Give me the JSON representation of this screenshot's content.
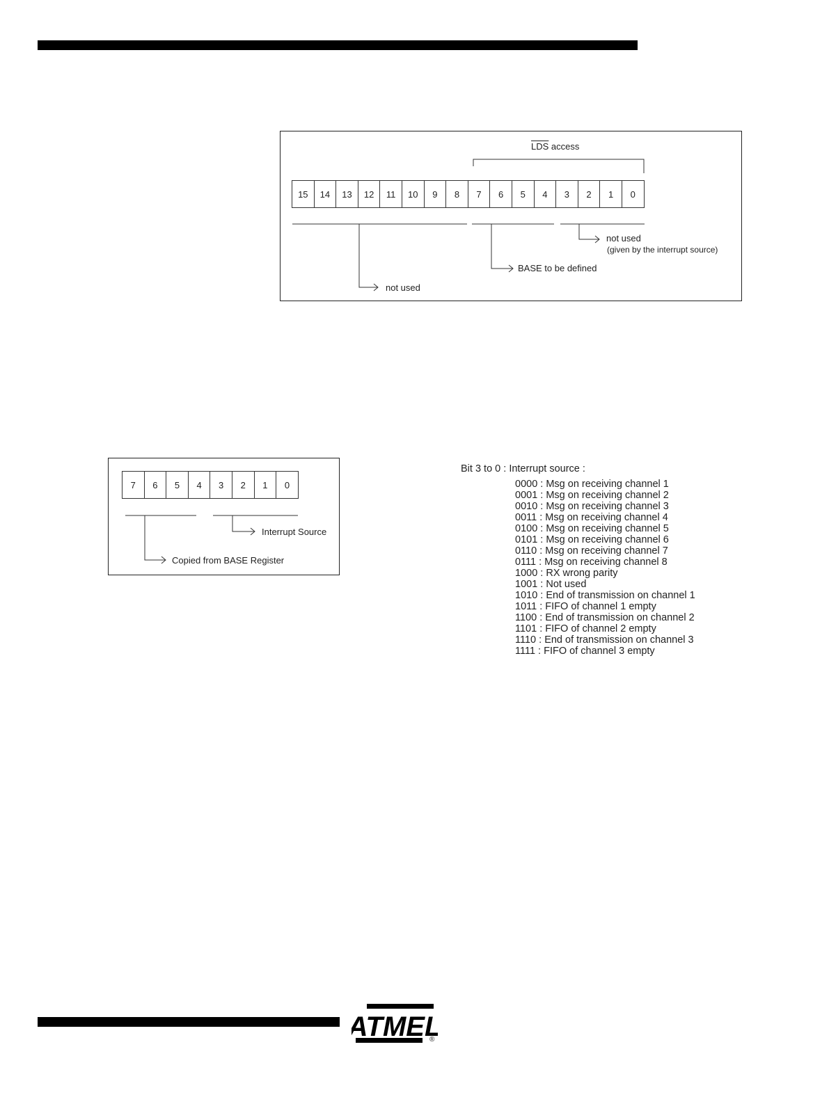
{
  "figure1": {
    "bits": [
      "15",
      "14",
      "13",
      "12",
      "11",
      "10",
      "9",
      "8",
      "7",
      "6",
      "5",
      "4",
      "3",
      "2",
      "1",
      "0"
    ],
    "lds_label": "LDS",
    "access_label": "access",
    "label_not_used_high": "not used",
    "label_base": "BASE to be defined",
    "label_not_used_low": "not used",
    "label_given_by": "(given by the interrupt source)"
  },
  "figure2": {
    "bits": [
      "7",
      "6",
      "5",
      "4",
      "3",
      "2",
      "1",
      "0"
    ],
    "label_interrupt_source": "Interrupt Source",
    "label_copied": "Copied from BASE Register"
  },
  "legend": {
    "heading": "Bit 3 to 0 : Interrupt source :",
    "entries": [
      "0000 : Msg on receiving channel 1",
      "0001 : Msg on receiving channel 2",
      "0010 : Msg on receiving channel 3",
      "0011 : Msg on receiving channel 4",
      "0100 : Msg on receiving channel 5",
      "0101 : Msg on receiving channel 6",
      "0110 : Msg on receiving channel 7",
      "0111 : Msg on receiving channel 8",
      "1000 : RX wrong parity",
      "1001 : Not used",
      "1010 : End of transmission on channel 1",
      "1011 : FIFO of channel 1 empty",
      "1100 : End of transmission on channel 2",
      "1101 : FIFO of channel 2 empty",
      "1110 : End of transmission on channel 3",
      "1111 : FIFO of channel 3 empty"
    ]
  },
  "footer": {
    "logo_text": "ATMEL",
    "registered_mark": "®"
  }
}
